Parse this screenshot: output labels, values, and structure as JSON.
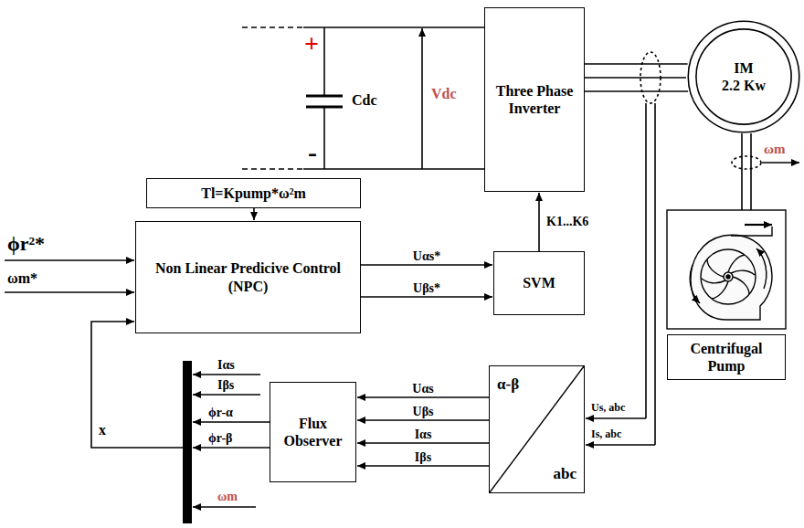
{
  "diagram": {
    "nodes": [
      {
        "text": [
          "Three Phase Inverter"
        ]
      },
      {
        "text": [
          "IM",
          "2.2 Kw"
        ]
      },
      {
        "text": [
          "Tl=Kpump*ω²m"
        ]
      },
      {
        "text": [
          "Non Linear Predicive Control (NPC)"
        ]
      },
      {
        "text": [
          "SVM"
        ]
      },
      {
        "text": [
          "Centrifugal Pump"
        ]
      },
      {
        "text": [
          "Flux Observer"
        ]
      },
      {
        "text": [
          "α-β",
          "abc"
        ]
      }
    ],
    "edges": [
      {
        "from": 0,
        "to": 1,
        "arrow": "none"
      },
      {
        "from": 2,
        "to": 3,
        "arrow": "to"
      },
      {
        "from": 3,
        "to": 4,
        "label": "Uαs*",
        "arrow": "to"
      },
      {
        "from": 3,
        "to": 4,
        "label": "Uβs*",
        "arrow": "to"
      },
      {
        "from": 4,
        "to": 0,
        "label": "K1...K6",
        "arrow": "to"
      },
      {
        "from": 7,
        "to": 6,
        "label": "Uαs",
        "arrow": "to"
      },
      {
        "from": 7,
        "to": 6,
        "label": "Uβs",
        "arrow": "to"
      },
      {
        "from": 7,
        "to": 6,
        "label": "Iαs",
        "arrow": "to"
      },
      {
        "from": 7,
        "to": 6,
        "label": "Iβs",
        "arrow": "to"
      }
    ],
    "labels": [
      "+",
      "-",
      "Cdc",
      "Vdc",
      "ωm",
      "ϕr²*",
      "ωm*",
      "Iαs",
      "Iβs",
      "ϕr-α",
      "ϕr-β",
      "ωm",
      "x",
      "Us, abc",
      "Is, abc"
    ]
  }
}
